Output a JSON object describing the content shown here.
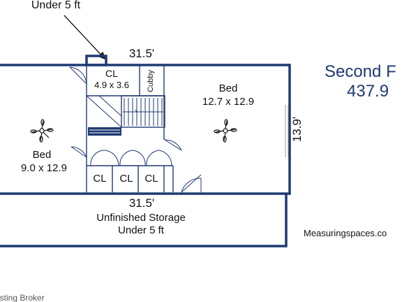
{
  "top_note": "Under 5 ft",
  "dim_top": "31.5'",
  "dim_bottom": "31.5'",
  "dim_right": "13.9'",
  "rooms": {
    "closet_top": {
      "name": "CL",
      "size": "4.9 x 3.6"
    },
    "cubby": "Cubby",
    "bed_right": {
      "name": "Bed",
      "size": "12.7 x 12.9"
    },
    "bed_left": {
      "name": "Bed",
      "size": "9.0 x 12.9"
    },
    "closets": [
      "CL",
      "CL",
      "CL"
    ],
    "storage": {
      "name": "Unfinished Storage",
      "note": "Under 5 ft"
    }
  },
  "floor_title": {
    "line1": "Second F",
    "line2": "437.9"
  },
  "watermark": "Measuringspaces.co",
  "footer": "isting Broker",
  "colors": {
    "wall": "#1f3a73",
    "title": "#1f3a73",
    "text": "#111111"
  }
}
